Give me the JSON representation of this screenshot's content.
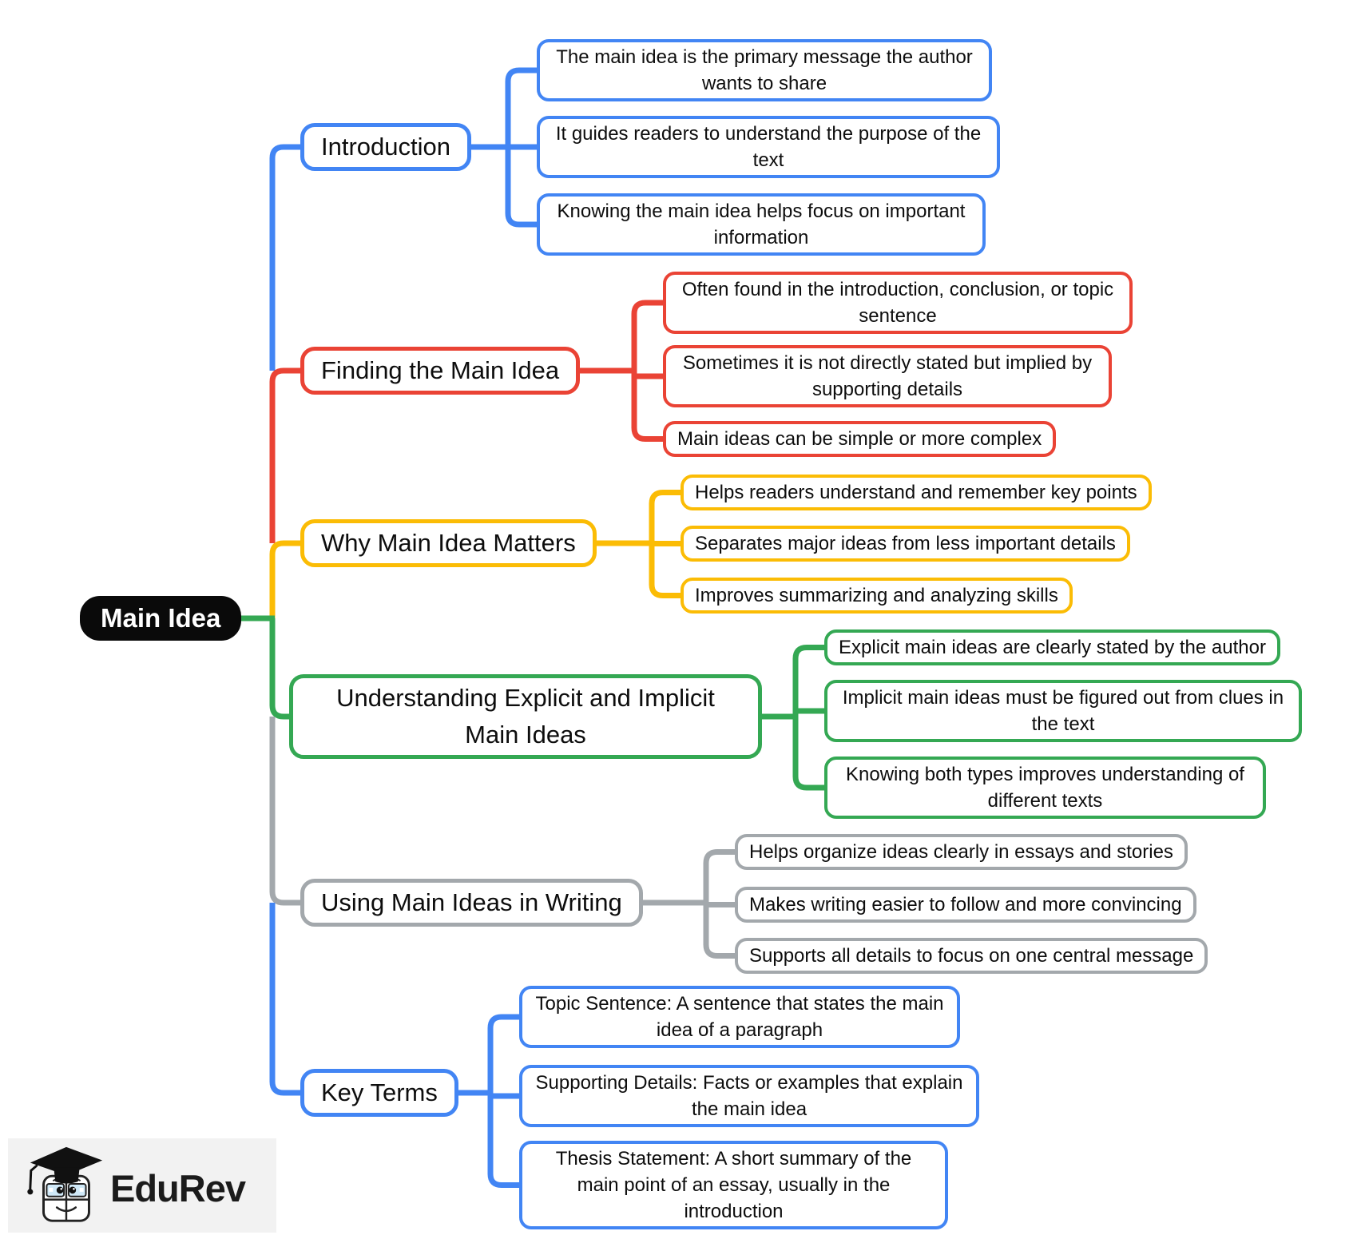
{
  "root": {
    "label": "Main Idea",
    "bg": "#0a0a0a",
    "text_color": "#ffffff"
  },
  "branches": [
    {
      "label": "Introduction",
      "color": "#4285F4",
      "children": [
        "The main idea is the primary message the author wants to share",
        "It guides readers to understand the purpose of the text",
        "Knowing the main idea helps focus on important information"
      ]
    },
    {
      "label": "Finding the Main Idea",
      "color": "#EA4335",
      "children": [
        "Often found in the introduction, conclusion, or topic sentence",
        "Sometimes it is not directly stated but implied by supporting details",
        "Main ideas can be simple or more complex"
      ]
    },
    {
      "label": "Why Main Idea Matters",
      "color": "#FBBC05",
      "children": [
        "Helps readers understand and remember key points",
        "Separates major ideas from less important details",
        "Improves summarizing and analyzing skills"
      ]
    },
    {
      "label": "Understanding Explicit and Implicit Main Ideas",
      "color": "#34A853",
      "children": [
        "Explicit main ideas are clearly stated by the author",
        "Implicit main ideas must be figured out from clues in the text",
        "Knowing both types improves understanding of different texts"
      ]
    },
    {
      "label": "Using Main Ideas in Writing",
      "color": "#A3A8AC",
      "children": [
        "Helps organize ideas clearly in essays and stories",
        "Makes writing easier to follow and more convincing",
        "Supports all details to focus on one central message"
      ]
    },
    {
      "label": "Key Terms",
      "color": "#4285F4",
      "children": [
        "Topic Sentence: A sentence that states the main idea of a paragraph",
        "Supporting Details: Facts or examples that explain the main idea",
        "Thesis Statement: A short summary of the main point of an essay, usually in the introduction"
      ]
    }
  ],
  "logo": {
    "text": "EduRev"
  }
}
